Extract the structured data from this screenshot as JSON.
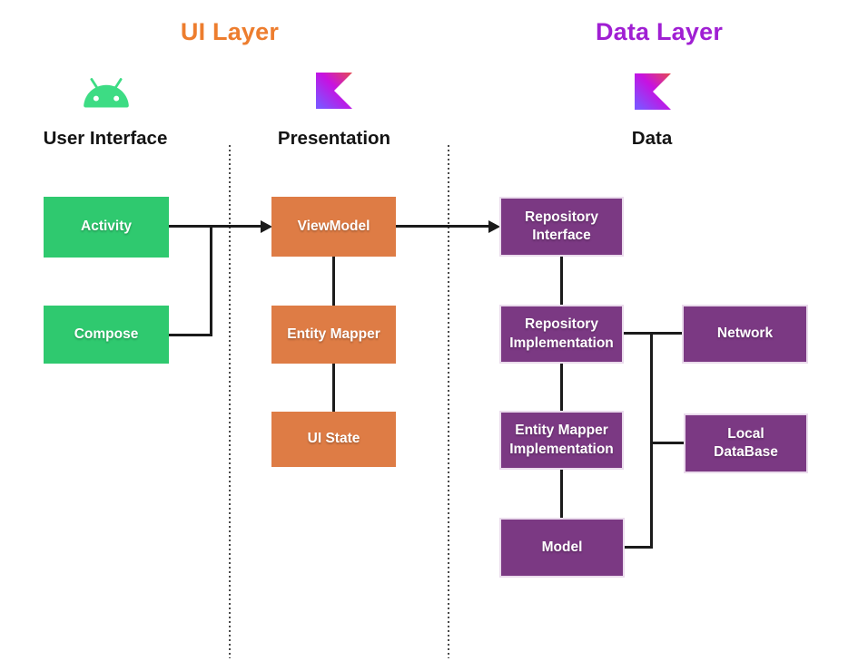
{
  "diagram": {
    "ui_layer": {
      "title": "UI Layer",
      "color": "#ED7D2E"
    },
    "data_layer": {
      "title": "Data Layer",
      "color": "#A01FD3"
    },
    "sections": {
      "user_interface": {
        "label": "User Interface",
        "icon": "android-robot"
      },
      "presentation": {
        "label": "Presentation",
        "icon": "kotlin-logo"
      },
      "data": {
        "label": "Data",
        "icon": "kotlin-logo"
      }
    },
    "nodes": {
      "activity": {
        "label": "Activity",
        "color": "#2FC96F"
      },
      "compose": {
        "label": "Compose",
        "color": "#2FC96F"
      },
      "viewmodel": {
        "label": "ViewModel",
        "color": "#DE7C45"
      },
      "entity_mapper": {
        "label": "Entity Mapper",
        "color": "#DE7C45"
      },
      "ui_state": {
        "label": "UI State",
        "color": "#DE7C45"
      },
      "repository_interface": {
        "label": "Repository\nInterface",
        "color": "#7B3983"
      },
      "repository_implementation": {
        "label": "Repository\nImplementation",
        "color": "#7B3983"
      },
      "network": {
        "label": "Network",
        "color": "#7B3983"
      },
      "entity_mapper_implementation": {
        "label": "Entity Mapper\nImplementation",
        "color": "#7B3983"
      },
      "local_database": {
        "label": "Local\nDataBase",
        "color": "#7B3983"
      },
      "model": {
        "label": "Model",
        "color": "#7B3983"
      }
    },
    "connections": [
      {
        "from": "activity",
        "to": "viewmodel",
        "arrow": true
      },
      {
        "from": "compose",
        "to": "viewmodel",
        "arrow": true
      },
      {
        "from": "viewmodel",
        "to": "entity_mapper",
        "arrow": false
      },
      {
        "from": "entity_mapper",
        "to": "ui_state",
        "arrow": false
      },
      {
        "from": "viewmodel",
        "to": "repository_interface",
        "arrow": true
      },
      {
        "from": "repository_interface",
        "to": "repository_implementation",
        "arrow": false
      },
      {
        "from": "repository_implementation",
        "to": "network",
        "arrow": false
      },
      {
        "from": "repository_implementation",
        "to": "local_database",
        "arrow": false
      },
      {
        "from": "repository_implementation",
        "to": "entity_mapper_implementation",
        "arrow": false
      },
      {
        "from": "entity_mapper_implementation",
        "to": "model",
        "arrow": false
      },
      {
        "from": "model",
        "to": "repository_implementation",
        "arrow": false
      }
    ],
    "icon_colors": {
      "android_green": "#3DDC84",
      "kotlin_gradient": [
        "#E44857",
        "#C711E1",
        "#7F52FF"
      ]
    }
  }
}
